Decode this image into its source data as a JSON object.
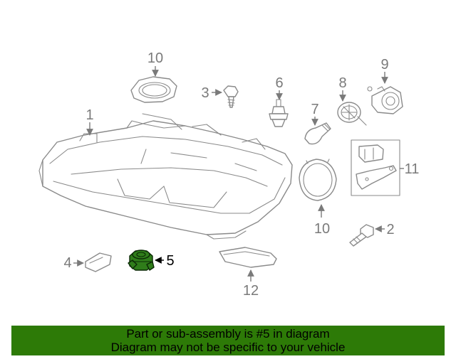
{
  "callouts": {
    "c1": "1",
    "c2": "2",
    "c3": "3",
    "c4": "4",
    "c5": "5",
    "c6": "6",
    "c7": "7",
    "c8": "8",
    "c9": "9",
    "c10_top": "10",
    "c10_bottom": "10",
    "c11": "11",
    "c12": "12"
  },
  "highlighted_part": "5",
  "colors": {
    "banner": "#2d7a07",
    "highlight_fill": "#2f7d1a",
    "line": "#8a8a8a"
  },
  "banner": {
    "line1": "Part or sub-assembly is #5 in diagram",
    "line2": "Diagram may not be specific to your vehicle"
  }
}
